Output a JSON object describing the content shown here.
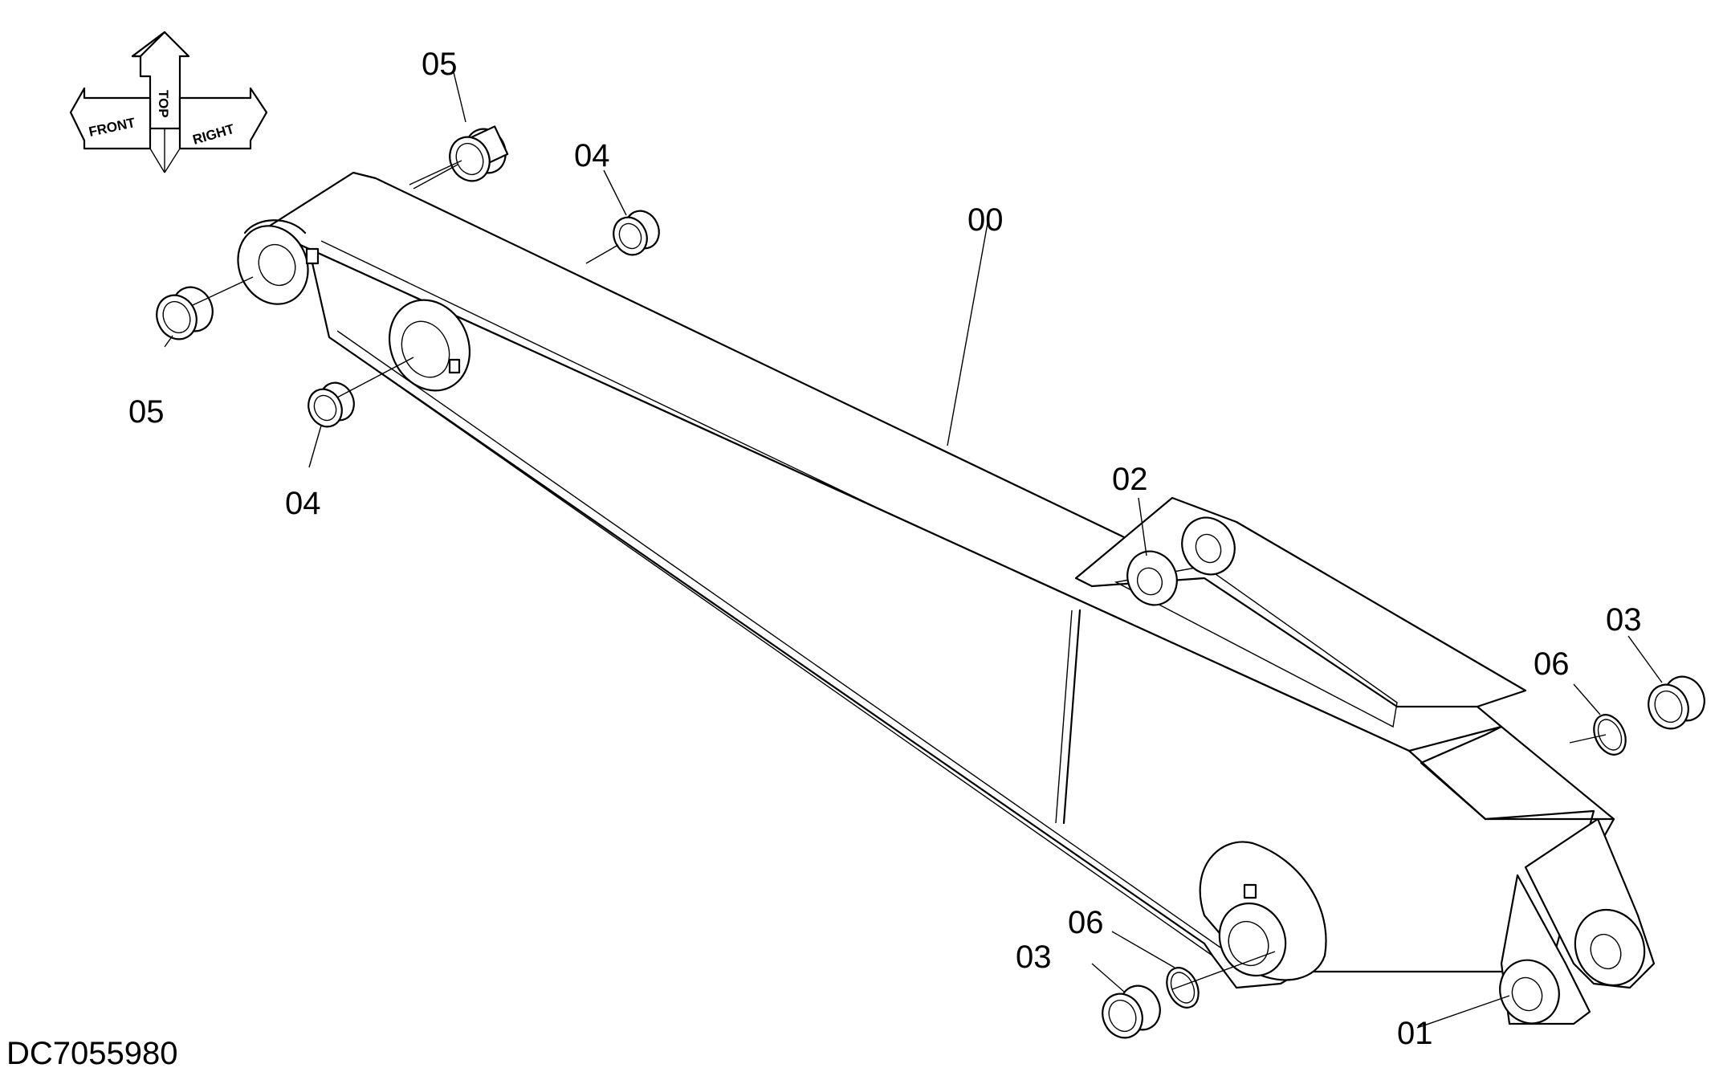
{
  "drawing_code": "DC7055980",
  "orientation": {
    "top": "TOP",
    "front": "FRONT",
    "right": "RIGHT"
  },
  "callouts": {
    "arm": "00",
    "bushing_01": "01",
    "bushing_02": "02",
    "bushing_03_right": "03",
    "bushing_03_left": "03",
    "bushing_04_top": "04",
    "bushing_04_left": "04",
    "bushing_05_top": "05",
    "bushing_05_left": "05",
    "ring_06_right": "06",
    "ring_06_left": "06"
  }
}
